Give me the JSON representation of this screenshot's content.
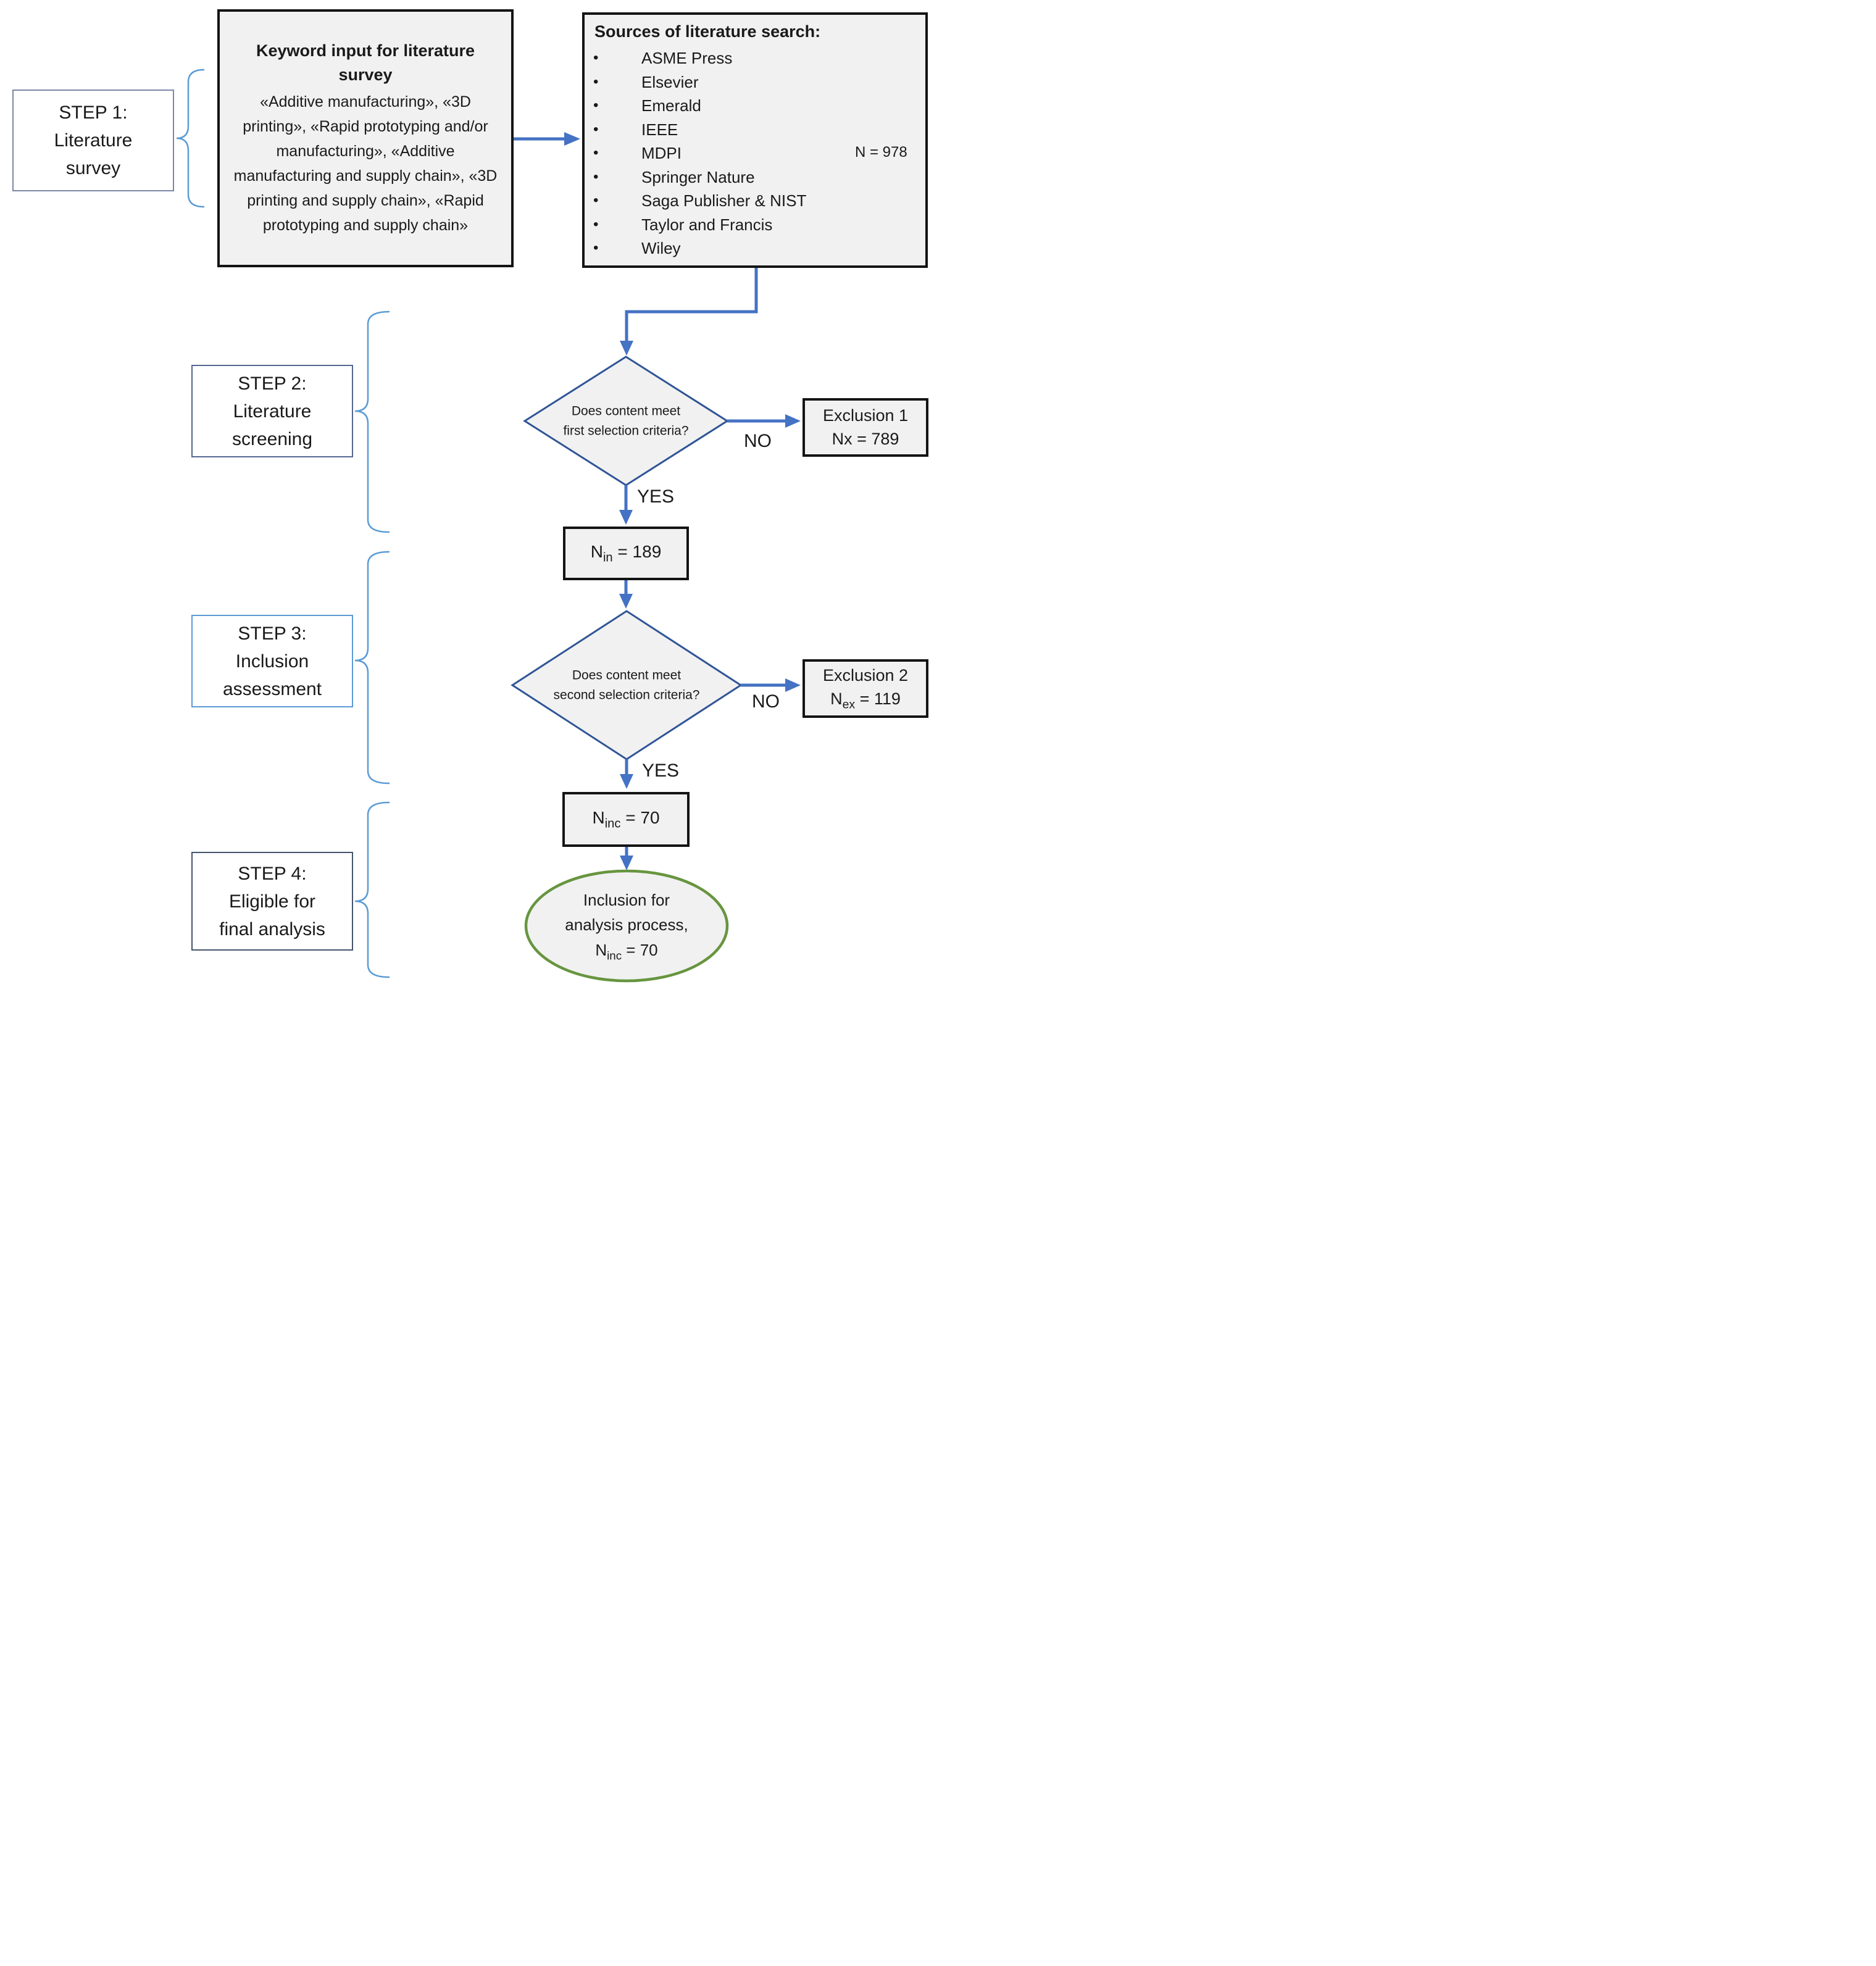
{
  "figure": {
    "type": "flowchart",
    "topic": "literature review selection process"
  },
  "colors": {
    "arrow_blue": "#4472C4",
    "diamond_border": "#2F5597",
    "brace_blue": "#5B9BD5",
    "ellipse_green": "#67953F",
    "shape_fill": "#F1F1F1",
    "box_border_black": "#141414"
  },
  "steps": [
    {
      "lines": [
        "STEP 1:",
        "Literature",
        "survey"
      ]
    },
    {
      "lines": [
        "STEP 2:",
        "Literature",
        "screening"
      ]
    },
    {
      "lines": [
        "STEP 3:",
        "Inclusion",
        "assessment"
      ]
    },
    {
      "lines": [
        "STEP 4:",
        "Eligible for",
        "final analysis"
      ]
    }
  ],
  "keyword_box": {
    "title": "Keyword input for literature survey",
    "body": "«Additive manufacturing», «3D printing», «Rapid prototyping and/or manufacturing», «Additive manufacturing and supply chain», «3D printing and supply chain», «Rapid prototyping and supply chain»"
  },
  "sources_box": {
    "title": "Sources of literature search:",
    "bullet": "•",
    "items": [
      "ASME Press",
      "Elsevier",
      "Emerald",
      "IEEE",
      "MDPI",
      "Springer Nature",
      "Saga Publisher & NIST",
      "Taylor and Francis",
      "Wiley"
    ],
    "total_label": "N = 978"
  },
  "flow": {
    "decision1": {
      "line1": "Does content meet",
      "line2": "first selection criteria?"
    },
    "decision2": {
      "line1": "Does content meet",
      "line2": "second selection criteria?"
    },
    "labels": {
      "yes1": "YES",
      "no1": "NO",
      "yes2": "YES",
      "no2": "NO"
    },
    "exclusion1": {
      "title": "Exclusion 1",
      "value": "Nx = 789"
    },
    "exclusion2": {
      "title": "Exclusion 2",
      "n_base": "N",
      "n_sub": "ex",
      "n_rest": " = 119"
    },
    "n_in": {
      "base": "N",
      "sub": "in",
      "rest": " = 189"
    },
    "n_inc": {
      "base": "N",
      "sub": "inc",
      "rest": " = 70"
    },
    "ellipse": {
      "line1": "Inclusion for",
      "line2": "analysis process,",
      "n_base": "N",
      "n_sub": "inc",
      "n_rest": " = 70"
    }
  }
}
